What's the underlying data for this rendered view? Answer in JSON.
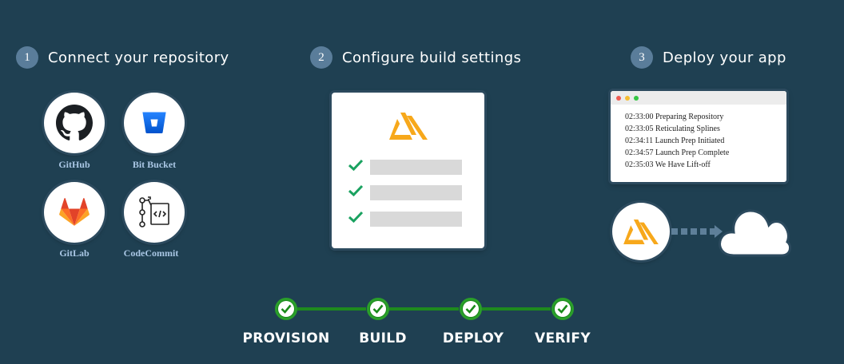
{
  "steps": [
    {
      "number": "1",
      "title": "Connect your repository"
    },
    {
      "number": "2",
      "title": "Configure build settings"
    },
    {
      "number": "3",
      "title": "Deploy your app"
    }
  ],
  "repositories": [
    {
      "label": "GitHub",
      "icon": "github-icon"
    },
    {
      "label": "Bit Bucket",
      "icon": "bitbucket-icon"
    },
    {
      "label": "GitLab",
      "icon": "gitlab-icon"
    },
    {
      "label": "CodeCommit",
      "icon": "codecommit-icon"
    }
  ],
  "build_settings": {
    "icon": "amplify-logo-icon",
    "checked_items": 3
  },
  "deploy_log": [
    "02:33:00 Preparing Repository",
    "02:33:05 Reticulating Splines",
    "02:34:11 Launch Prep Initiated",
    "02:34:57 Launch Prep Complete",
    "02:35:03 We Have Lift-off"
  ],
  "pipeline": [
    {
      "label": "PROVISION",
      "status": "complete"
    },
    {
      "label": "BUILD",
      "status": "complete"
    },
    {
      "label": "DEPLOY",
      "status": "complete"
    },
    {
      "label": "VERIFY",
      "status": "complete"
    }
  ],
  "colors": {
    "background": "#1f4052",
    "step_badge": "#5a7d9a",
    "check_green": "#1aa260",
    "pipeline_green": "#1e8a1e",
    "amplify_orange": "#f7a81b",
    "repo_label": "#a9c6e4"
  }
}
